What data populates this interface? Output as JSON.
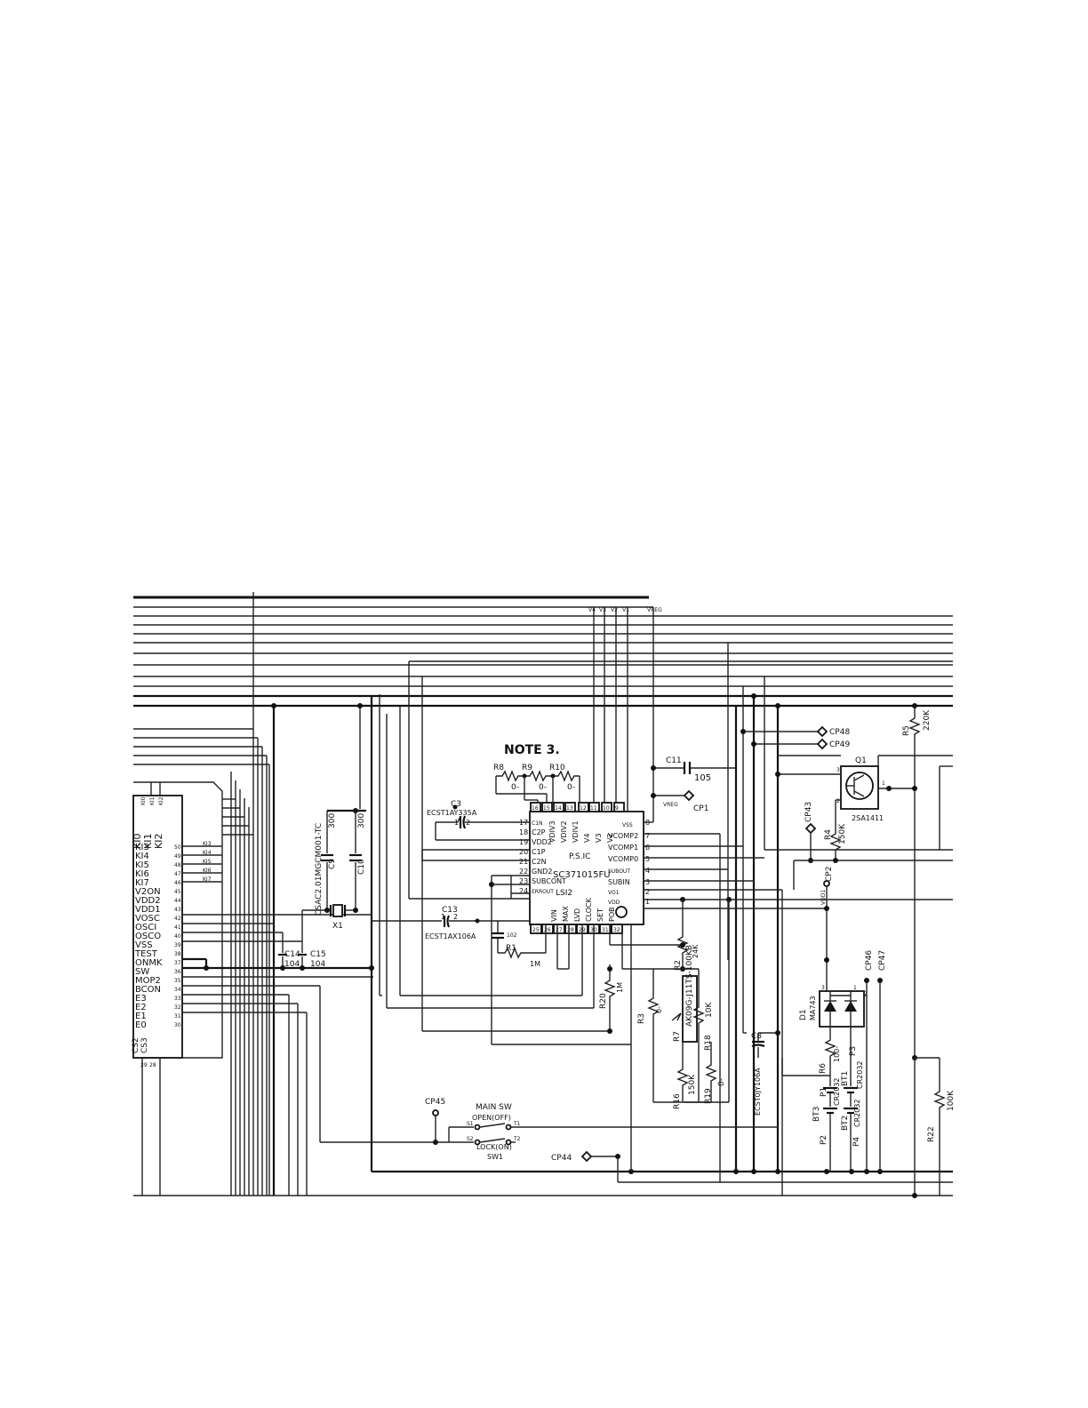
{
  "note": "NOTE 3.",
  "ic_psic": {
    "label": "P.S.IC",
    "part": "SC371015FU",
    "lsi": "LSI2",
    "left_pins": [
      {
        "num": "17",
        "name": "C1N"
      },
      {
        "num": "18",
        "name": "C2P"
      },
      {
        "num": "19",
        "name": "VDD2"
      },
      {
        "num": "20",
        "name": "C1P"
      },
      {
        "num": "21",
        "name": "C2N"
      },
      {
        "num": "22",
        "name": "GND2"
      },
      {
        "num": "23",
        "name": "SUBCONT"
      },
      {
        "num": "24",
        "name": "ERROUT"
      }
    ],
    "right_pins": [
      {
        "num": "8",
        "name": "VSS"
      },
      {
        "num": "7",
        "name": "VCOMP2"
      },
      {
        "num": "6",
        "name": "VCOMP1"
      },
      {
        "num": "5",
        "name": "VCOMP0"
      },
      {
        "num": "4",
        "name": "SUBOUT"
      },
      {
        "num": "3",
        "name": "SUBIN"
      },
      {
        "num": "2",
        "name": "VO1"
      },
      {
        "num": "1",
        "name": "VDD"
      }
    ],
    "top_pins": [
      {
        "num": "16",
        "name": "VDIV3"
      },
      {
        "num": "15",
        "name": "VDIV2"
      },
      {
        "num": "14",
        "name": "VDIV1"
      },
      {
        "num": "13",
        "name": "V4"
      },
      {
        "num": "12",
        "name": "V3"
      },
      {
        "num": "11",
        "name": "V2"
      },
      {
        "num": "10",
        "name": "V1"
      },
      {
        "num": "9",
        "name": "VSS"
      }
    ],
    "inner_top_labels": [
      "VDIV3",
      "VDIV2",
      "VDIV1",
      "V4",
      "V3",
      "V2"
    ],
    "bottom_labels": [
      "VIN",
      "MAX",
      "LVD",
      "CLOCK",
      "SET",
      "POB"
    ]
  },
  "left_ic": {
    "top_labels": [
      "KI0",
      "KI1",
      "KI2"
    ],
    "top_small": [
      "KI0",
      "KI1",
      "KI2"
    ],
    "pins": [
      {
        "num": "50",
        "name": "KI3"
      },
      {
        "num": "49",
        "name": "KI4"
      },
      {
        "num": "48",
        "name": "KI5"
      },
      {
        "num": "47",
        "name": "KI6"
      },
      {
        "num": "46",
        "name": "KI7"
      },
      {
        "num": "45",
        "name": "V2ON"
      },
      {
        "num": "44",
        "name": "VDD2"
      },
      {
        "num": "43",
        "name": "VDD1"
      },
      {
        "num": "42",
        "name": "VOSC"
      },
      {
        "num": "41",
        "name": "OSCI"
      },
      {
        "num": "40",
        "name": "OSCO"
      },
      {
        "num": "39",
        "name": "VSS"
      },
      {
        "num": "38",
        "name": "TEST"
      },
      {
        "num": "37",
        "name": "ONMK"
      },
      {
        "num": "36",
        "name": "SW"
      },
      {
        "num": "35",
        "name": "MOP2"
      },
      {
        "num": "34",
        "name": "BCON"
      },
      {
        "num": "33",
        "name": "E3"
      },
      {
        "num": "32",
        "name": "E2"
      },
      {
        "num": "31",
        "name": "E1"
      },
      {
        "num": "30",
        "name": "E0"
      }
    ],
    "small_right_labels": [
      "KI3",
      "KI4",
      "KI5",
      "KI6",
      "KI7"
    ],
    "bottom_labels": [
      "CS2",
      "CS3"
    ]
  },
  "bus_labels": [
    "V4",
    "V3",
    "V2",
    "V1",
    "VREG"
  ],
  "components": {
    "R8": {
      "ref": "R8",
      "value": "0-"
    },
    "R9": {
      "ref": "R9",
      "value": "0-"
    },
    "R10": {
      "ref": "R10",
      "value": "0-"
    },
    "C3": {
      "ref": "C3",
      "part": "ECST1AY335A"
    },
    "C11": {
      "ref": "C11",
      "value": "105"
    },
    "C13": {
      "ref": "C13",
      "part": "ECST1AX106A"
    },
    "C9": {
      "ref": "C9",
      "value": "300"
    },
    "C10": {
      "ref": "C10",
      "value": "300"
    },
    "X1": {
      "ref": "X1",
      "part": "CSAC2.01MGCM001-TC"
    },
    "C14": {
      "ref": "C14",
      "value": "104"
    },
    "C15": {
      "ref": "C15",
      "value": "104"
    },
    "R1": {
      "ref": "R1",
      "value": "1M"
    },
    "C_small": {
      "value": "102"
    },
    "R2": {
      "ref": "R2",
      "value": "24K"
    },
    "R3": {
      "ref": "R3",
      "value": "0-"
    },
    "R7": {
      "ref": "R7",
      "part": "AK09G-J11TS-100KB"
    },
    "R18": {
      "ref": "R18",
      "value": "10K"
    },
    "R16": {
      "ref": "R16",
      "value": "150K"
    },
    "R19": {
      "ref": "R19",
      "value": "0-"
    },
    "R20": {
      "ref": "R20",
      "value": "1M"
    },
    "C8": {
      "ref": "C8",
      "part": "ECST0JY106A"
    },
    "Q1": {
      "ref": "Q1",
      "part": "2SA1411"
    },
    "R4": {
      "ref": "R4",
      "value": "150K"
    },
    "R5": {
      "ref": "R5",
      "value": "220K"
    },
    "R6": {
      "ref": "R6",
      "value": "100-"
    },
    "D1": {
      "ref": "D1",
      "part": "MA743"
    },
    "BT1": {
      "ref": "BT1",
      "part": "CR2032"
    },
    "BT2": {
      "ref": "BT2",
      "part": "CR2032"
    },
    "BT3": {
      "ref": "BT3",
      "part": "CR2032"
    },
    "R22": {
      "ref": "R22",
      "value": "100K"
    },
    "P1": {
      "ref": "P1"
    },
    "P2": {
      "ref": "P2"
    },
    "P3": {
      "ref": "P3"
    },
    "P4": {
      "ref": "P4"
    }
  },
  "test_points": {
    "CP1": "CP1",
    "CP2": "CP2",
    "CP43": "CP43",
    "CP44": "CP44",
    "CP45": "CP45",
    "CP46": "CP46",
    "CP47": "CP47",
    "CP48": "CP48",
    "CP49": "CP49"
  },
  "net_labels": {
    "vreg": "VREG",
    "vdd1": "VDD1",
    "vdd": "VDD"
  },
  "main_switch": {
    "title": "MAIN SW",
    "open_label": "OPEN(OFF)",
    "lock_label": "LOCK(ON)",
    "ref": "SW1",
    "pin_labels": [
      "S1",
      "T1",
      "S2",
      "T2"
    ]
  },
  "q1_pins": [
    "3",
    "2",
    "1"
  ],
  "d1_pins": [
    "3",
    "1",
    "2"
  ]
}
